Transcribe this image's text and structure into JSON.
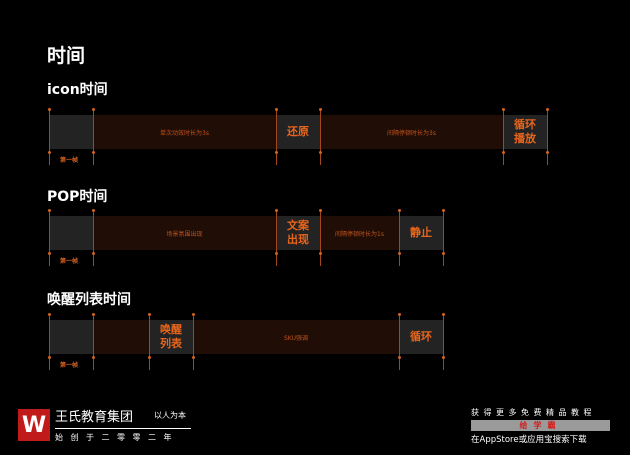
{
  "title": "时间",
  "rows": [
    {
      "heading": "icon时间",
      "first_frame": "第一帧",
      "segments": [
        "",
        "单次动效时长为3s",
        "还原",
        "间隔停顿时长为3s",
        "循环\n播放"
      ]
    },
    {
      "heading": "POP时间",
      "first_frame": "第一帧",
      "segments": [
        "",
        "场景氛围出现",
        "文案\n出现",
        "间隔停顿时长为1s",
        "静止"
      ]
    },
    {
      "heading": "唤醒列表时间",
      "first_frame": "第一帧",
      "segments": [
        "",
        "",
        "唤醒\n列表",
        "SKU强调",
        "循环"
      ]
    }
  ],
  "footer": {
    "logo": "W",
    "brand": "王氏教育集团",
    "motto": "以人为本",
    "since": "始创于二零零二年",
    "promo_line1": "获得更多免费精品教程",
    "promo_line2": "给学霸",
    "promo_line3": "在AppStore或应用宝搜索下载"
  },
  "colors": {
    "accent": "#e8651c",
    "gray_box": "#232323",
    "brown_box": "#1f0d06"
  }
}
